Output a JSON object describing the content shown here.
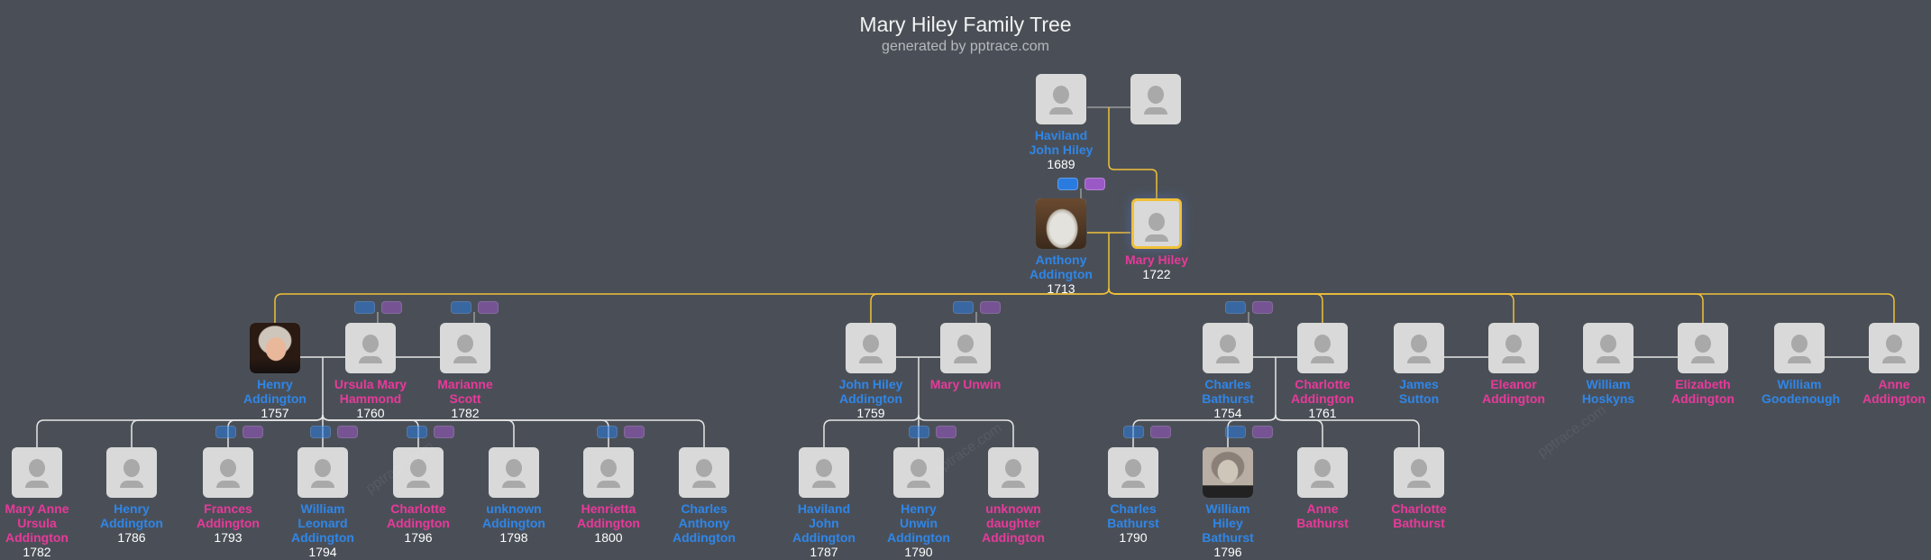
{
  "header": {
    "title": "Mary Hiley Family Tree",
    "subtitle": "generated by pptrace.com"
  },
  "watermark": "pptrace.com",
  "colors": {
    "background": "#4a4f57",
    "male": "#2f86e8",
    "female": "#e8399a",
    "ancestor_line": "#f0c03a",
    "badge_blue": "#2a7be0",
    "badge_purple": "#9b59c6"
  },
  "people": [
    {
      "name": "Haviland John Hiley",
      "year": "1689",
      "gender": "m"
    },
    {
      "name": "",
      "year": "",
      "gender": "f"
    },
    {
      "name": "Anthony Addington",
      "year": "1713",
      "gender": "m",
      "photo": "bust"
    },
    {
      "name": "Mary Hiley",
      "year": "1722",
      "gender": "f",
      "focus": true
    },
    {
      "name": "Henry Addington",
      "year": "1757",
      "gender": "m",
      "photo": "portrait"
    },
    {
      "name": "Ursula Mary Hammond",
      "year": "1760",
      "gender": "f"
    },
    {
      "name": "Marianne Scott",
      "year": "1782",
      "gender": "f"
    },
    {
      "name": "John Hiley Addington",
      "year": "1759",
      "gender": "m"
    },
    {
      "name": "Mary Unwin",
      "year": "",
      "gender": "f"
    },
    {
      "name": "Charles Bathurst",
      "year": "1754",
      "gender": "m"
    },
    {
      "name": "Charlotte Addington",
      "year": "1761",
      "gender": "f"
    },
    {
      "name": "James Sutton",
      "year": "",
      "gender": "m"
    },
    {
      "name": "Eleanor Addington",
      "year": "",
      "gender": "f"
    },
    {
      "name": "William Hoskyns",
      "year": "",
      "gender": "m"
    },
    {
      "name": "Elizabeth Addington",
      "year": "",
      "gender": "f"
    },
    {
      "name": "William Goodenough",
      "year": "",
      "gender": "m"
    },
    {
      "name": "Anne Addington",
      "year": "",
      "gender": "f"
    },
    {
      "name": "Mary Anne Ursula Addington",
      "year": "1782",
      "gender": "f"
    },
    {
      "name": "Henry Addington",
      "year": "1786",
      "gender": "m"
    },
    {
      "name": "Frances Addington",
      "year": "1793",
      "gender": "f"
    },
    {
      "name": "William Leonard Addington",
      "year": "1794",
      "gender": "m"
    },
    {
      "name": "Charlotte Addington",
      "year": "1796",
      "gender": "f"
    },
    {
      "name": "unknown Addington",
      "year": "1798",
      "gender": "m"
    },
    {
      "name": "Henrietta Addington",
      "year": "1800",
      "gender": "f"
    },
    {
      "name": "Charles Anthony Addington",
      "year": "",
      "gender": "m"
    },
    {
      "name": "Haviland John Addington",
      "year": "1787",
      "gender": "m"
    },
    {
      "name": "Henry Unwin Addington",
      "year": "1790",
      "gender": "m"
    },
    {
      "name": "unknown daughter Addington",
      "year": "",
      "gender": "f"
    },
    {
      "name": "Charles Bathurst",
      "year": "1790",
      "gender": "m"
    },
    {
      "name": "William Hiley Bathurst",
      "year": "1796",
      "gender": "m",
      "photo": "engraving"
    },
    {
      "name": "Anne Bathurst",
      "year": "",
      "gender": "f"
    },
    {
      "name": "Charlotte Bathurst",
      "year": "",
      "gender": "f"
    }
  ]
}
